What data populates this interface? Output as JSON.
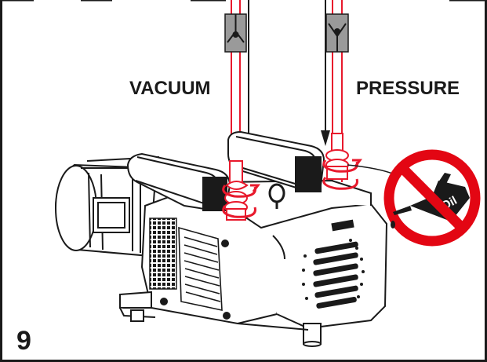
{
  "labels": {
    "vacuum": "VACUUM",
    "pressure": "PRESSURE",
    "figure_number": "9",
    "oil": "Oil"
  },
  "colors": {
    "line": "#1a1a1a",
    "pipe": "#e8192c",
    "valve_fill": "#9a9a9a",
    "prohibition": "#e30613"
  },
  "icons": [
    "check-valve-icon",
    "flow-arrow-icon",
    "no-oil-icon",
    "oil-can-icon"
  ]
}
